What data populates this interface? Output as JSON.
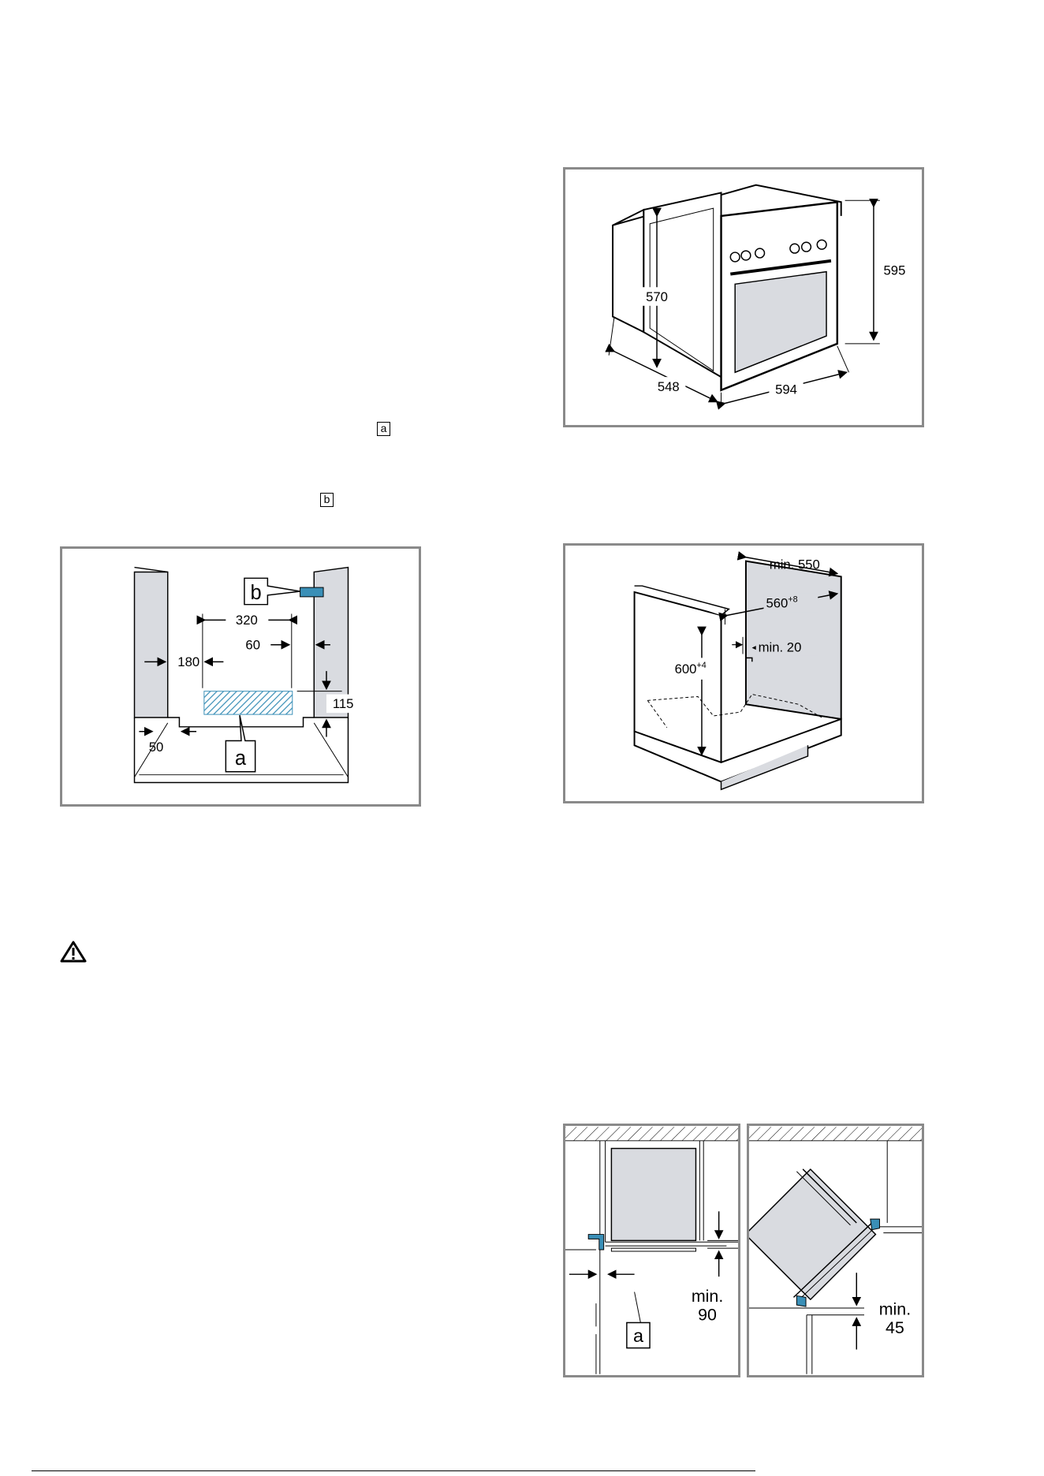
{
  "margin_labels": {
    "ref_a": "a",
    "ref_b": "b"
  },
  "fig_oven_dimensions": {
    "height": "595",
    "depth_inner": "570",
    "depth": "548",
    "width": "594"
  },
  "fig_bracket_position": {
    "ref_b": "b",
    "ref_a": "a",
    "dim_320": "320",
    "dim_60": "60",
    "dim_180": "180",
    "dim_115": "115",
    "dim_50": "50"
  },
  "fig_cabinet_niche": {
    "min_depth": "min. 550",
    "width_base": "560",
    "width_tol": "+8",
    "height_base": "600",
    "height_tol": "+4",
    "min_gap": "min. 20"
  },
  "fig_corner_left": {
    "ref_a": "a",
    "min_label": "min.",
    "min_value": "90"
  },
  "fig_corner_right": {
    "min_label": "min.",
    "min_value": "45"
  },
  "colors": {
    "frame": "#8a8a8a",
    "panel": "#d9dbe0",
    "accent": "#3a8fb7",
    "hatch": "#3a8fb7"
  }
}
